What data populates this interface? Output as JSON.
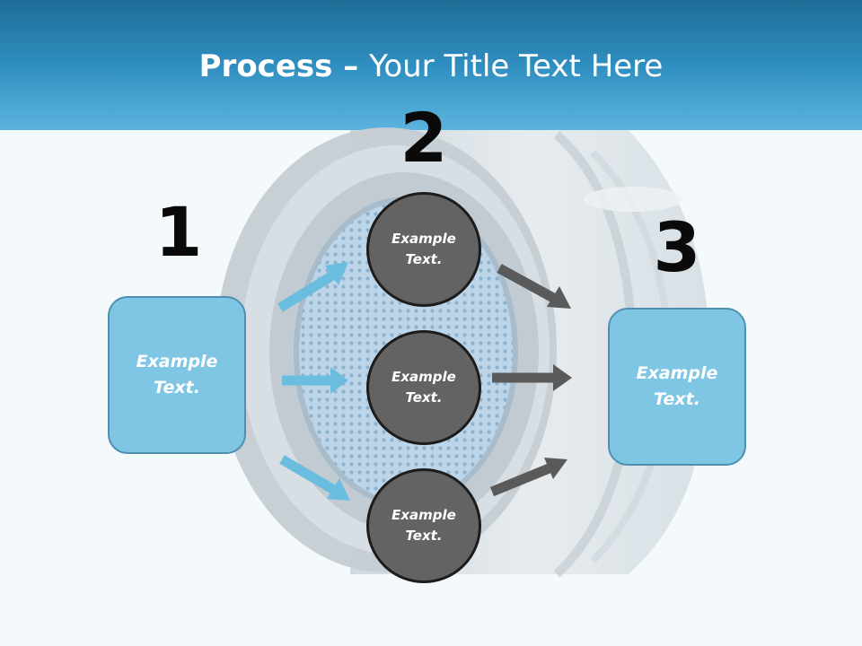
{
  "slide": {
    "title_bold": "Process",
    "title_dash": " – ",
    "title_rest": "Your Title Text Here"
  },
  "steps": {
    "n1": "1",
    "n2": "2",
    "n3": "3"
  },
  "boxes": {
    "left": "Example Text.",
    "right": "Example Text."
  },
  "circles": {
    "top": "Example Text.",
    "middle": "Example Text.",
    "bottom": "Example Text."
  },
  "colors": {
    "header_dark": "#1e6e97",
    "header_light": "#5bb4de",
    "box_fill": "#7ec6e4",
    "circle_fill": "#636363",
    "arrow_blue": "#6bbde0",
    "arrow_gray": "#5a5a5a"
  },
  "icons": {
    "background_image": "water-filter-cylinder-image"
  }
}
